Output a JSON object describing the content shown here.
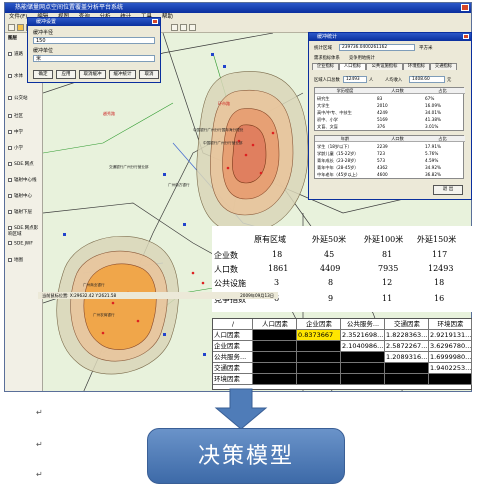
{
  "window": {
    "title": "热能储量网点空间位置覆盖分析平台系统",
    "menu": [
      "文件(F)",
      "编辑",
      "视图",
      "查询",
      "分析",
      "统计",
      "工具",
      "帮助"
    ]
  },
  "layers_panel": {
    "header": "图层",
    "items": [
      {
        "label": "道路",
        "checked": true
      },
      {
        "label": "水体",
        "checked": true
      },
      {
        "label": "公交站",
        "checked": true
      },
      {
        "label": "社区",
        "checked": true
      },
      {
        "label": "中学",
        "checked": true
      },
      {
        "label": "小学",
        "checked": true
      },
      {
        "label": "SDE.网点",
        "checked": true
      },
      {
        "label": "辐射中心线",
        "checked": true
      },
      {
        "label": "辐射中心",
        "checked": true
      },
      {
        "label": "辐射下层",
        "checked": true
      },
      {
        "label": "SDE.网点影响区域",
        "checked": true
      },
      {
        "label": "SDE.JWF",
        "checked": false
      },
      {
        "label": "地图",
        "checked": false
      }
    ]
  },
  "buffer_dialog": {
    "title": "缓冲设置",
    "radius_label": "缓冲半径",
    "radius_value": "150",
    "unit_label": "缓冲单位",
    "unit_value": "米",
    "buttons": [
      "确定",
      "应用",
      "取消缓冲",
      "缓冲统计",
      "取消"
    ]
  },
  "stat_dialog": {
    "title": "缓冲统计",
    "area_label": "统计区域",
    "area_value": "239736.0400261162",
    "area_unit": "平方米",
    "menu1": "需求指标体系",
    "menu2": "竞争用地统计",
    "tabs": [
      "企业指标",
      "人口指标",
      "公共设施指标",
      "环境指标",
      "交通指标"
    ],
    "pop_label": "区域人口总数",
    "pop_value": "12493",
    "pop_unit": "人",
    "income_label": "人均收入",
    "income_value": "1408.60",
    "income_unit": "元",
    "edu_headers": [
      "学历程度",
      "人口数",
      "占比"
    ],
    "edu_rows": [
      [
        "研究生",
        "83",
        "67%"
      ],
      [
        "大学生",
        "2010",
        "16.09%"
      ],
      [
        "高中/中专、中技生",
        "4249",
        "34.01%"
      ],
      [
        "初中、小学",
        "5169",
        "41.38%"
      ],
      [
        "文盲、文盲",
        "376",
        "3.01%"
      ]
    ],
    "age_headers": [
      "年龄",
      "人口数",
      "占比"
    ],
    "age_rows": [
      [
        "学生（18岁以下）",
        "2239",
        "17.91%"
      ],
      [
        "学龄儿童（15-22岁）",
        "723",
        "5.76%"
      ],
      [
        "青年成长（23-28岁）",
        "573",
        "4.59%"
      ],
      [
        "青年中年（28-45岁）",
        "4362",
        "34.92%"
      ],
      [
        "中年老年（45岁以上）",
        "4600",
        "36.82%"
      ]
    ],
    "ok": "退 出"
  },
  "comparison": {
    "headers": [
      "原有区域",
      "外延50米",
      "外延100米",
      "外延150米"
    ],
    "rows": [
      {
        "label": "企业数",
        "values": [
          "18",
          "45",
          "81",
          "117"
        ]
      },
      {
        "label": "人口数",
        "values": [
          "1861",
          "4409",
          "7935",
          "12493"
        ]
      },
      {
        "label": "公共设施",
        "values": [
          "3",
          "8",
          "12",
          "18"
        ]
      },
      {
        "label": "竞争指数",
        "values": [
          "6",
          "9",
          "11",
          "16"
        ]
      }
    ]
  },
  "status": {
    "text": "当前鼠标位置: X:29632.42  Y:2621.58",
    "date": "2009年09月13日"
  },
  "matrix": {
    "headers": [
      "/",
      "人口因素",
      "企业因素",
      "公共服务...",
      "交通因素",
      "环境因素"
    ],
    "rows": [
      [
        "人口因素",
        "",
        "0.8373667",
        "2.3521698...",
        "1.8228363...",
        "2.9219131..."
      ],
      [
        "企业因素",
        "",
        "",
        "2.1040986...",
        "2.5872267...",
        "3.6296780..."
      ],
      [
        "公共服务...",
        "",
        "",
        "",
        "1.2089316...",
        "1.6999980..."
      ],
      [
        "交通因素",
        "",
        "",
        "",
        "",
        "1.9402253..."
      ],
      [
        "环境因素",
        "",
        "",
        "",
        "",
        ""
      ]
    ]
  },
  "map_labels": {
    "center_label_1": "中国银行广州分行国际海分理处",
    "center_label_2": "中国银行广州分行营业部",
    "center_label_3": "交通银行广州分行营业部",
    "center_label_4": "广州南方银行",
    "road_1": "环市路",
    "road_2": "越秀路",
    "area": "越秀区",
    "poi_1": "广州商业银行",
    "poi_2": "广州农商银行"
  },
  "paragraph_marks": [
    "↵",
    "↵",
    "↵"
  ],
  "decision_label": "决策模型",
  "colors": {
    "buffer_outer": "#d9d6b8",
    "buffer_mid": "#e8c49c",
    "buffer_inner": "#e7a074",
    "buffer_core": "#e07f5f",
    "core_fill": "#f0a64a",
    "decision_box": "#4f7cb8",
    "highlight": "#ffe600"
  }
}
